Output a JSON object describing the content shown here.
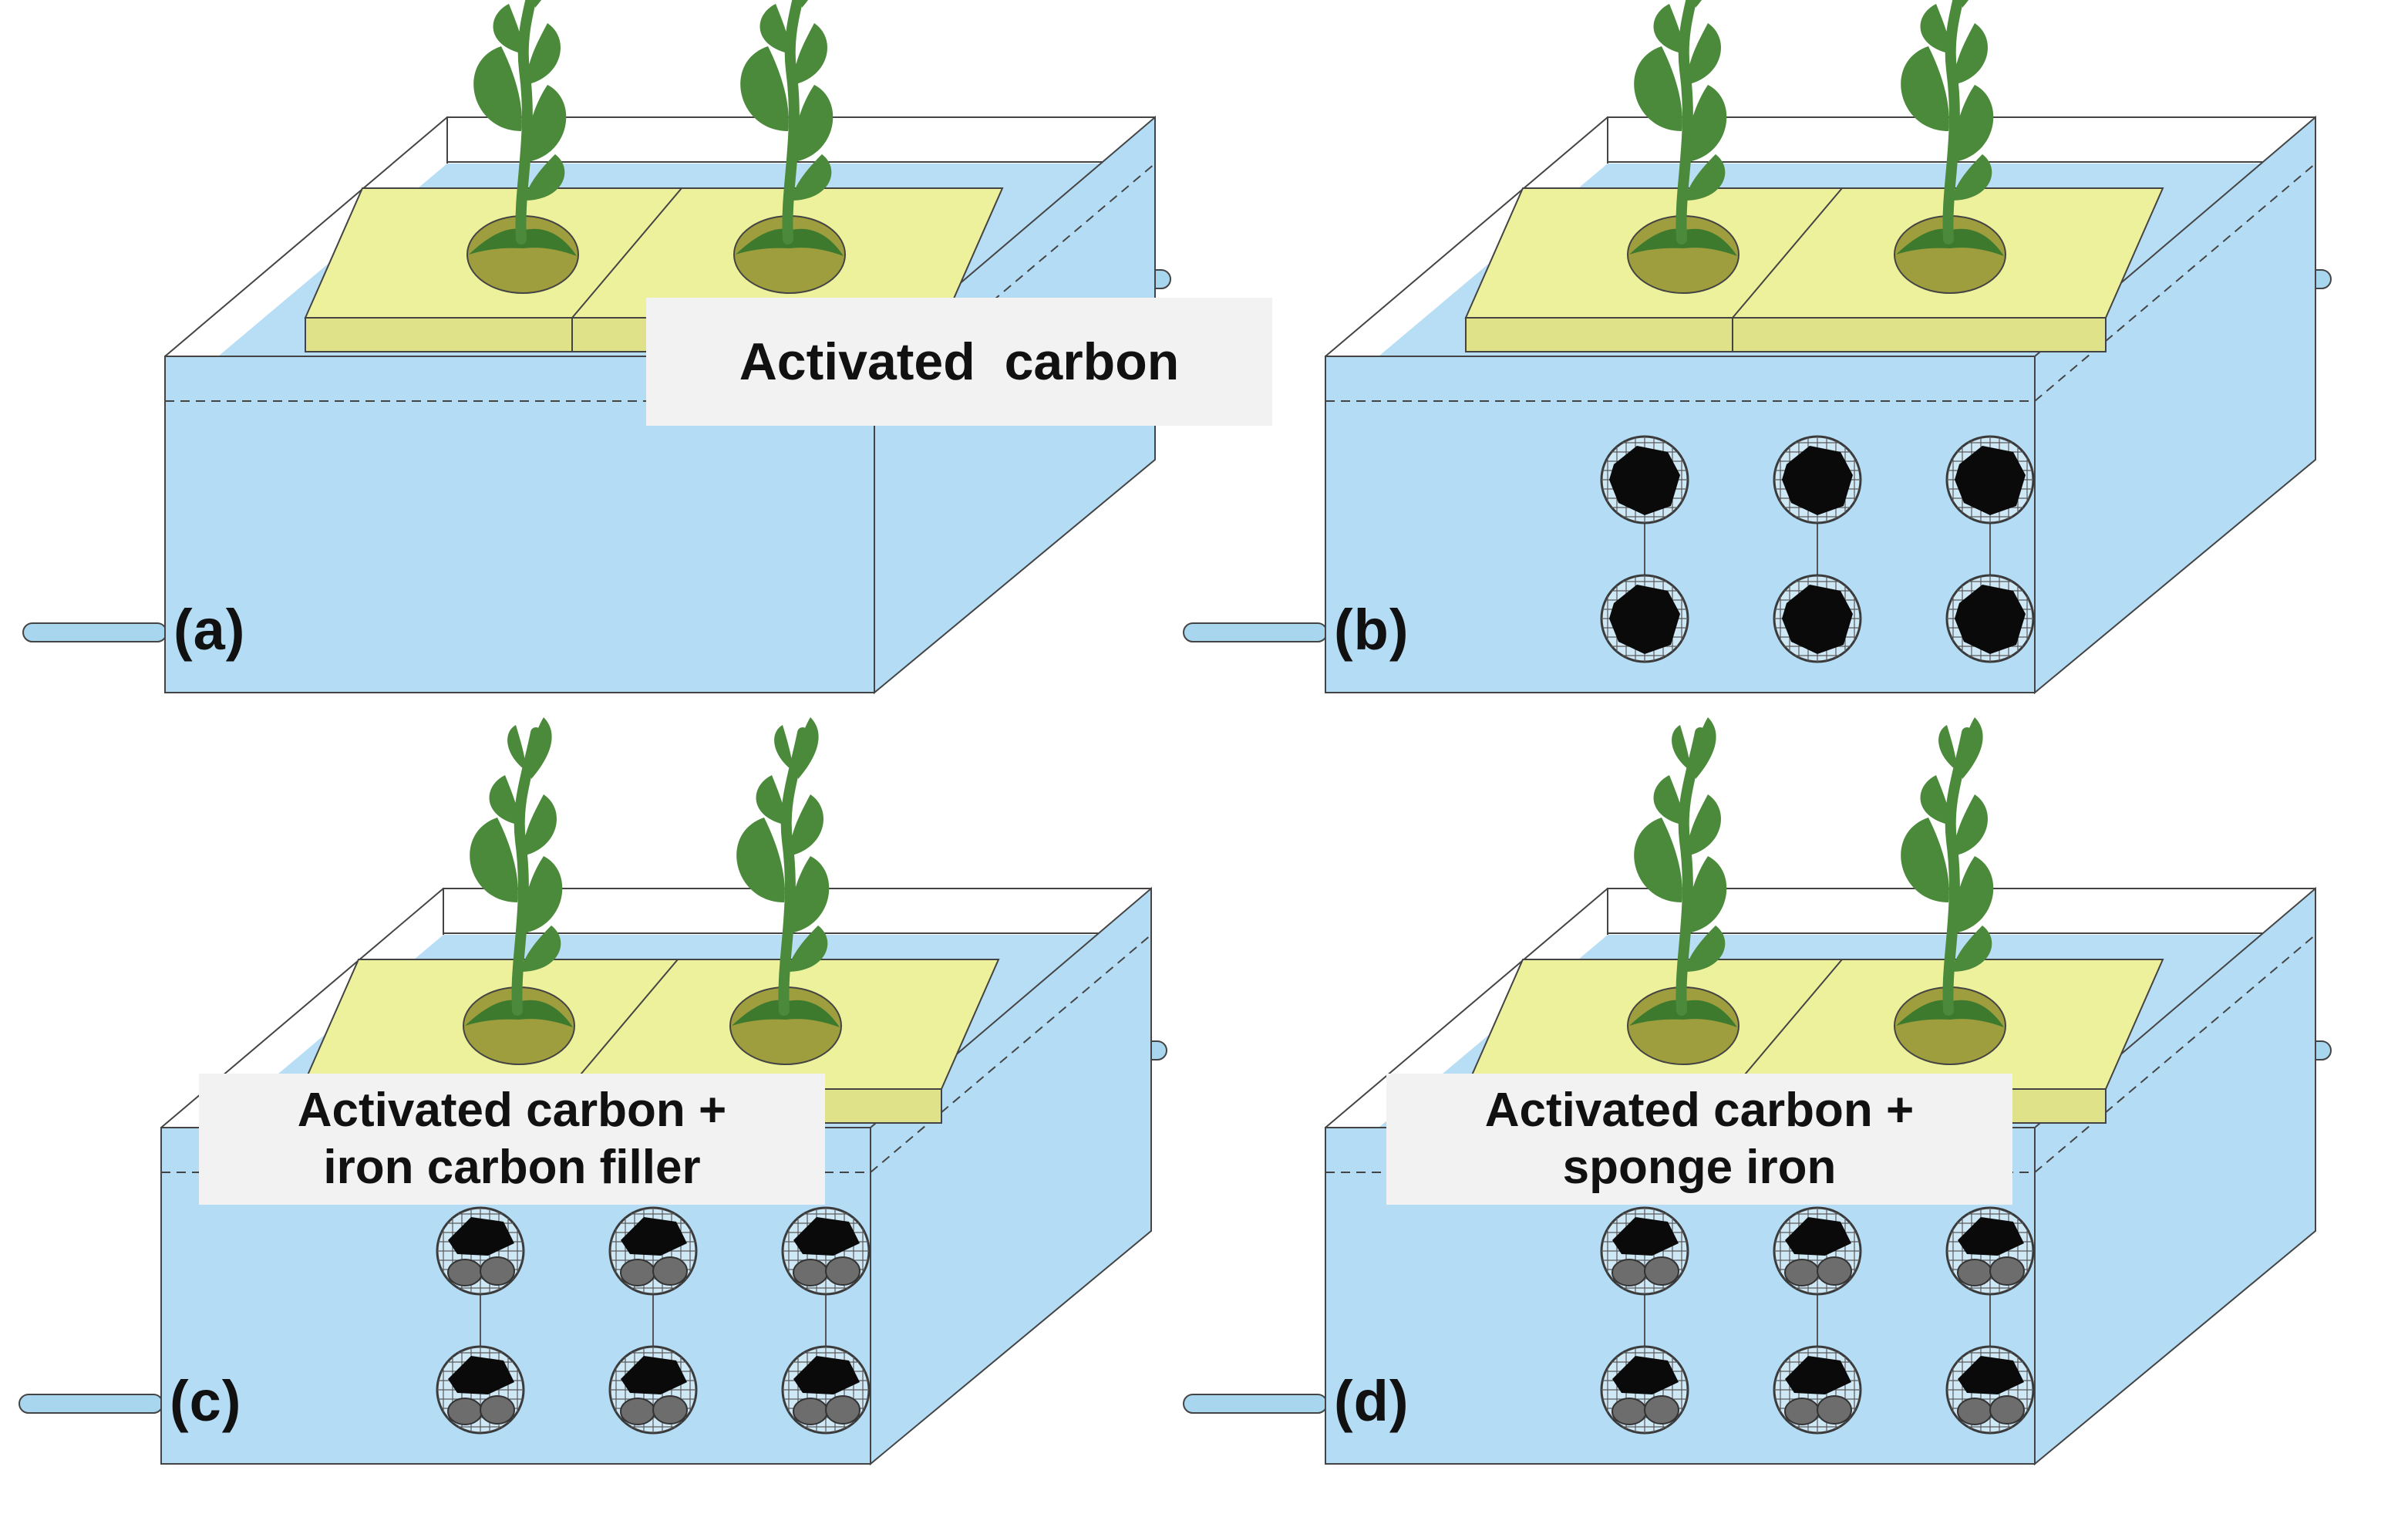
{
  "panels": [
    {
      "letter": "(a)",
      "caption": [],
      "media": "none"
    },
    {
      "letter": "(b)",
      "caption": [
        "Activated  carbon"
      ],
      "media": "activated-carbon"
    },
    {
      "letter": "(c)",
      "caption": [
        "Activated carbon +",
        "iron carbon filler"
      ],
      "media": "activated-carbon-iron-carbon"
    },
    {
      "letter": "(d)",
      "caption": [
        "Activated carbon +",
        "sponge iron"
      ],
      "media": "activated-carbon-sponge-iron"
    }
  ],
  "colors": {
    "water": "#b4ddf5",
    "water_top": "#b8def6",
    "tank_outline": "#444444",
    "float_board": "#eef19b",
    "float_board_side": "#e0e28a",
    "plant": "#4a8a3a",
    "plant_dark": "#3d7a2e",
    "root_pot": "#9f9e3e",
    "pipe": "#a9d6ef",
    "carbon": "#0a0a0a",
    "iron": "#6d6d6d",
    "caption_bg": "#f2f2f2",
    "text": "#111111"
  },
  "icons": [
    "plant-icon",
    "pipe-icon",
    "filler-ball-icon"
  ]
}
